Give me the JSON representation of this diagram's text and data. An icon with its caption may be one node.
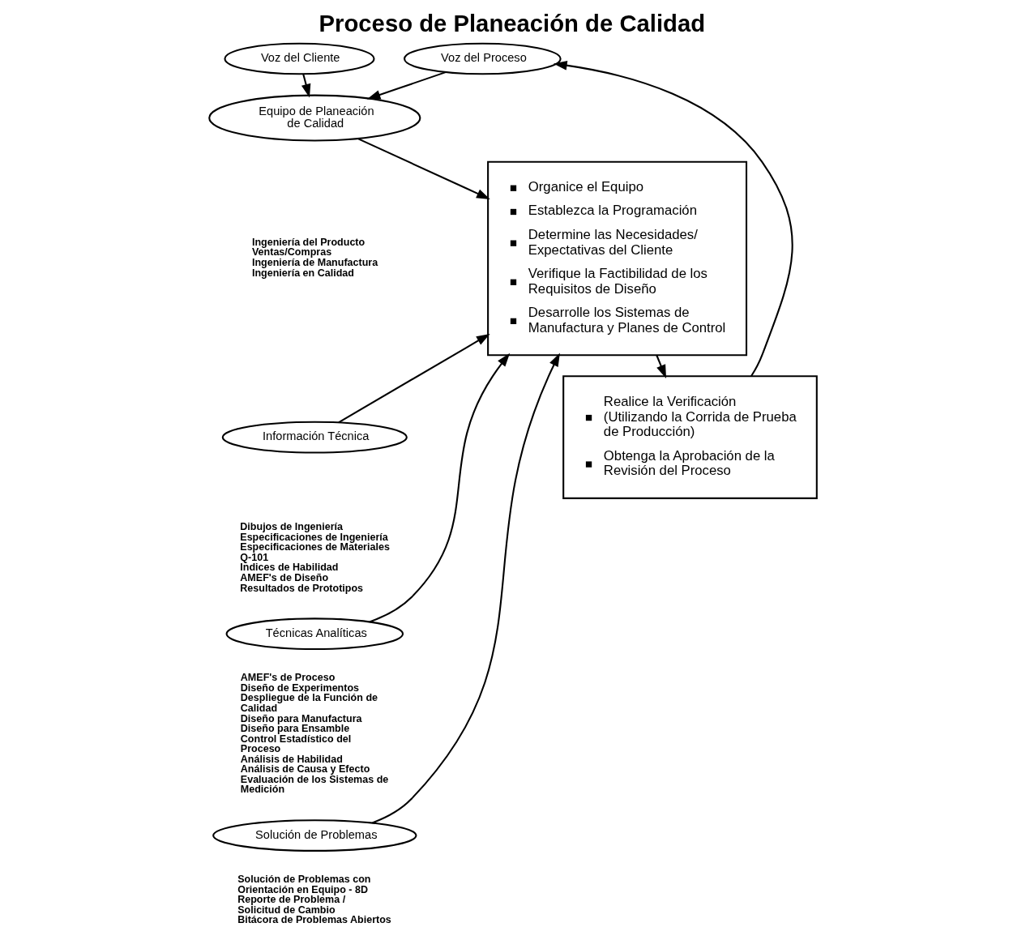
{
  "diagram": {
    "title": "Proceso de Planeación de Calidad",
    "nodes": [
      {
        "text": [
          "Voz del Cliente"
        ]
      },
      {
        "text": [
          "Voz del Proceso"
        ]
      },
      {
        "text": [
          "Equipo de Planeación de Calidad"
        ],
        "beside": [
          "Ingeniería del Producto",
          "Ventas/Compras",
          "Ingeniería de Manufactura",
          "Ingeniería en Calidad"
        ]
      },
      {
        "text": [
          "Información Técnica"
        ],
        "beside": [
          "Dibujos de Ingeniería",
          "Especificaciones de Ingeniería",
          "Especificaciones de Materiales",
          "Q-101",
          "Indices de Habilidad",
          "AMEF's de Diseño",
          "Resultados de Prototipos"
        ]
      },
      {
        "text": [
          "Técnicas Analíticas"
        ],
        "beside": [
          "AMEF's de Proceso",
          "Diseño de Experimentos",
          "Despliegue de la Función de Calidad",
          "Diseño para Manufactura",
          "Diseño para Ensamble",
          "Control Estadístico del Proceso",
          "Análisis de Habilidad",
          "Análisis de Causa y Efecto",
          "Evaluación de los Sistemas de Medición"
        ]
      },
      {
        "text": [
          "Solución de Problemas"
        ],
        "beside": [
          "Solución de Problemas con Orientación en Equipo - 8D",
          "Reporte de Problema / Solicitud de Cambio",
          "Bitácora de Problemas Abiertos"
        ]
      },
      {
        "text": [
          "Organice el Equipo",
          "Establezca la Programación",
          "Determine las Necesidades/ Expectativas del Cliente",
          "Verifique la Factibilidad de los Requisitos de Diseño",
          "Desarrolle los Sistemas de Manufactura y Planes de Control"
        ]
      },
      {
        "text": [
          "Realice la Verificación (Utilizando la Corrida de Prueba de Producción)",
          "Obtenga la Aprobación de la Revisión del Proceso"
        ]
      }
    ],
    "edges": [
      {
        "from": 0,
        "to": 2,
        "arrow": "to"
      },
      {
        "from": 1,
        "to": 2,
        "arrow": "to"
      },
      {
        "from": 2,
        "to": 6,
        "arrow": "to"
      },
      {
        "from": 3,
        "to": 6,
        "arrow": "to"
      },
      {
        "from": 4,
        "to": 6,
        "arrow": "to"
      },
      {
        "from": 5,
        "to": 6,
        "arrow": "to"
      },
      {
        "from": 6,
        "to": 7,
        "arrow": "to"
      },
      {
        "from": 7,
        "to": 1,
        "arrow": "to"
      }
    ]
  }
}
